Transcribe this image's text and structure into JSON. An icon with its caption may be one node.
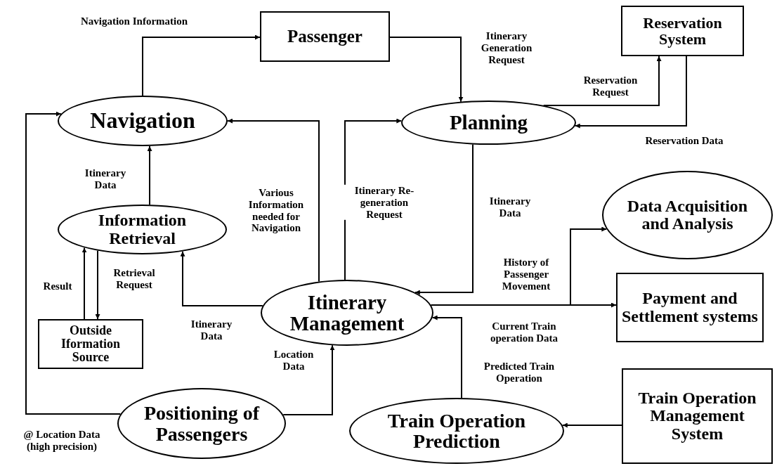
{
  "diagram": {
    "nodes": [
      {
        "text": [
          "Passenger"
        ]
      },
      {
        "text": [
          "Reservation System"
        ]
      },
      {
        "text": [
          "Navigation"
        ]
      },
      {
        "text": [
          "Planning"
        ]
      },
      {
        "text": [
          "Information Retrieval"
        ]
      },
      {
        "text": [
          "Data Acquisition and Analysis"
        ]
      },
      {
        "text": [
          "Outside Iformation Source"
        ]
      },
      {
        "text": [
          "Itinerary Management"
        ]
      },
      {
        "text": [
          "Payment and Settlement systems"
        ]
      },
      {
        "text": [
          "Positioning of Passengers"
        ]
      },
      {
        "text": [
          "Train Operation Prediction"
        ]
      },
      {
        "text": [
          "Train Operation Management System"
        ]
      }
    ],
    "edges": [
      {
        "from": 2,
        "to": 0,
        "arrow": "to",
        "label": "Navigation Information"
      },
      {
        "from": 0,
        "to": 3,
        "arrow": "to",
        "label": "Itinerary Generation Request"
      },
      {
        "from": 3,
        "to": 1,
        "arrow": "to",
        "label": "Reservation Request"
      },
      {
        "from": 1,
        "to": 3,
        "arrow": "to",
        "label": "Reservation Data"
      },
      {
        "from": 7,
        "to": 2,
        "arrow": "to",
        "label": "Various Information needed for Navigation"
      },
      {
        "from": 7,
        "to": 3,
        "arrow": "to",
        "label": "Itinerary Re-generation Request"
      },
      {
        "from": 3,
        "to": 7,
        "arrow": "to",
        "label": "Itinerary Data"
      },
      {
        "from": 4,
        "to": 2,
        "arrow": "to",
        "label": "Itinerary Data"
      },
      {
        "from": 7,
        "to": 4,
        "arrow": "to",
        "label": "Itinerary Data"
      },
      {
        "from": 6,
        "to": 4,
        "arrow": "to",
        "label": "Result"
      },
      {
        "from": 4,
        "to": 6,
        "arrow": "to",
        "label": "Retrieval Request"
      },
      {
        "from": 7,
        "to": 8,
        "arrow": "to"
      },
      {
        "from": 7,
        "to": 5,
        "arrow": "to",
        "label": "History of Passenger Movement"
      },
      {
        "from": 10,
        "to": 7,
        "arrow": "to",
        "label": "Predicted Train Operation"
      },
      {
        "from": 11,
        "to": 10,
        "arrow": "to"
      },
      {
        "from": 9,
        "to": 7,
        "arrow": "to",
        "label": "Location Data"
      },
      {
        "from": 9,
        "to": 2,
        "arrow": "to",
        "label": "@ Location Data (high precision)"
      }
    ],
    "labels": [
      "Current Train operation Data"
    ]
  }
}
